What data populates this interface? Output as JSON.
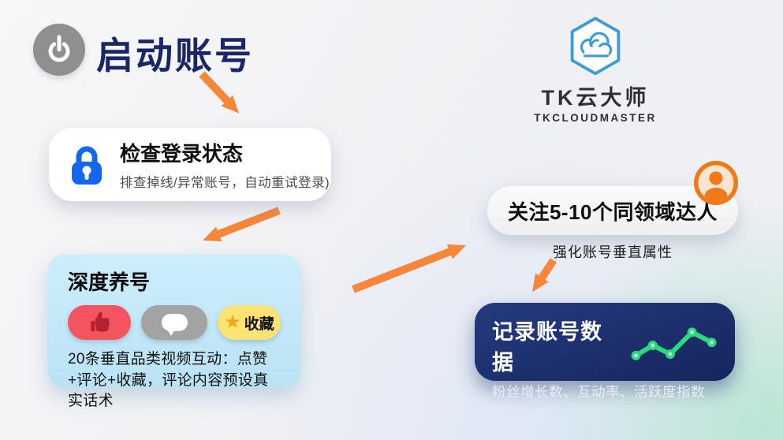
{
  "header": {
    "title": "启动账号"
  },
  "logo": {
    "name": "TK云大师",
    "subtitle": "TKCLOUDMASTER"
  },
  "cards": {
    "check_login": {
      "title": "检查登录状态",
      "subtitle": "排查掉线/异常账号，自动重试登录)"
    },
    "nurture": {
      "title": "深度养号",
      "star_glyph": "★",
      "favorite_label": "收藏",
      "description": "20条垂直品类视频互动：点赞+评论+收藏，评论内容预设真实话术"
    },
    "follow": {
      "title": "关注5-10个同领域达人",
      "note": "强化账号垂直属性"
    },
    "record": {
      "title": "记录账号数据",
      "subtitle": "粉丝增长数、互动率、活跃度指数"
    }
  },
  "icons": {
    "power": "power-icon",
    "lock": "lock-icon",
    "thumbs_up": "thumbs-up-icon",
    "speech_bubble": "speech-bubble-icon",
    "star": "star-icon",
    "avatar": "avatar-icon",
    "line_chart": "line-chart-icon",
    "cloud_hexagon": "cloud-hexagon-logo-icon"
  },
  "colors": {
    "title_navy": "#1a2766",
    "arrow_orange": "#f5863a",
    "accent_blue": "#1466ef",
    "light_blue_card": "#c5eaf8",
    "like_red": "#f45360",
    "comment_gray": "#a3a3a3",
    "favorite_yellow": "#fce374",
    "navy_card": "#1c2e6b",
    "chart_green": "#2bd97f",
    "logo_blue": "#3f9cd3",
    "avatar_orange": "#ef7916",
    "power_gray": "#8f8f8f"
  }
}
